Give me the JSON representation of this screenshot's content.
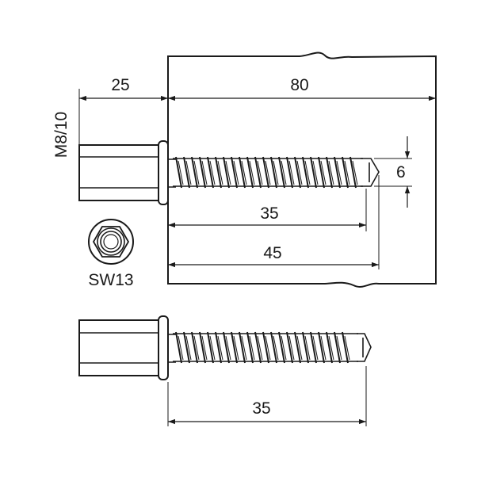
{
  "drawing": {
    "dimensions": {
      "hex_length": "25",
      "wall_depth": "80",
      "thread_size": "M8/10",
      "tip_diameter": "6",
      "anchor_depth_min": "35",
      "drill_depth": "45",
      "wrench_size": "SW13",
      "bolt_length": "35"
    },
    "colors": {
      "line": "#1a1a1a",
      "background": "#ffffff"
    }
  }
}
